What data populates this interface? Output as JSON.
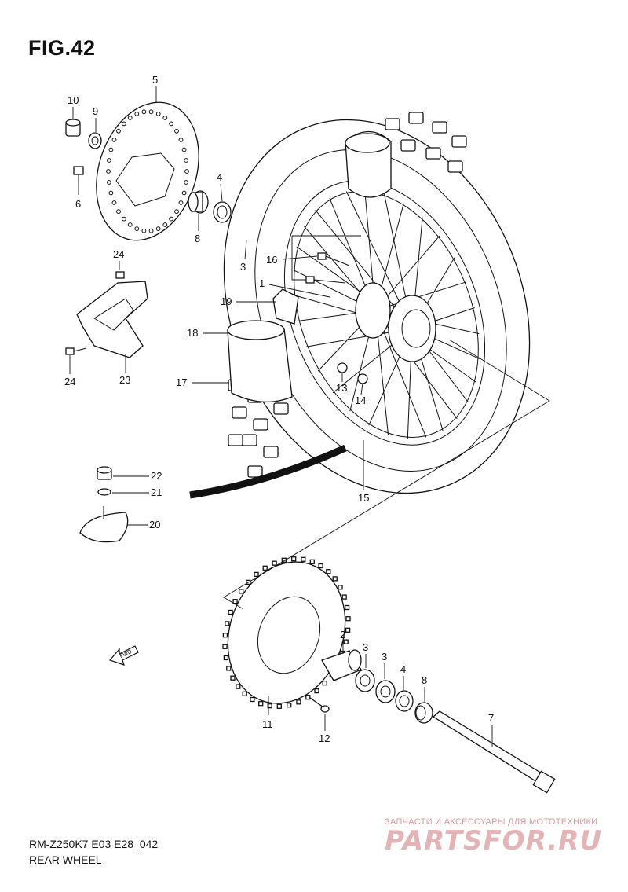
{
  "figure": {
    "title": "FIG.42"
  },
  "footer": {
    "model_code": "RM-Z250K7 E03 E28_042",
    "assembly_name": "REAR WHEEL"
  },
  "fwd_arrow": {
    "label": "FWD",
    "icon": "forward-arrow-icon"
  },
  "watermark": {
    "subtitle": "ЗАПЧАСТИ И АКСЕССУАРЫ ДЛЯ МОТОТЕХНИКИ",
    "logo": "PARTSFOR.RU",
    "color": "#e4b3b6"
  },
  "callouts": [
    {
      "part": "1",
      "label": "1"
    },
    {
      "part": "2",
      "label": "2"
    },
    {
      "part": "3",
      "label": "3"
    },
    {
      "part": "3",
      "label": "3"
    },
    {
      "part": "3",
      "label": "3"
    },
    {
      "part": "4",
      "label": "4"
    },
    {
      "part": "4",
      "label": "4"
    },
    {
      "part": "5",
      "label": "5"
    },
    {
      "part": "6",
      "label": "6"
    },
    {
      "part": "7",
      "label": "7"
    },
    {
      "part": "8",
      "label": "8"
    },
    {
      "part": "8",
      "label": "8"
    },
    {
      "part": "9",
      "label": "9"
    },
    {
      "part": "10",
      "label": "10"
    },
    {
      "part": "11",
      "label": "11"
    },
    {
      "part": "12",
      "label": "12"
    },
    {
      "part": "13",
      "label": "13"
    },
    {
      "part": "14",
      "label": "14"
    },
    {
      "part": "15",
      "label": "15"
    },
    {
      "part": "16",
      "label": "16"
    },
    {
      "part": "17",
      "label": "17"
    },
    {
      "part": "18",
      "label": "18"
    },
    {
      "part": "19",
      "label": "19"
    },
    {
      "part": "20",
      "label": "20"
    },
    {
      "part": "21",
      "label": "21"
    },
    {
      "part": "22",
      "label": "22"
    },
    {
      "part": "23",
      "label": "23"
    },
    {
      "part": "24",
      "label": "24"
    },
    {
      "part": "24",
      "label": "24"
    }
  ]
}
